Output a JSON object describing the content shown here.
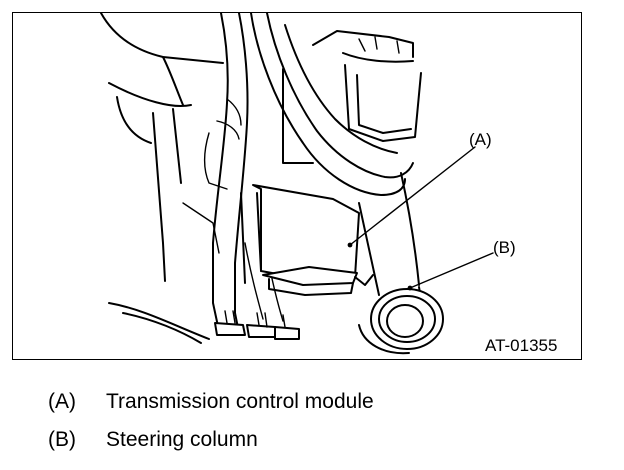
{
  "figure": {
    "reference_code": "AT-01355",
    "callouts": [
      {
        "key": "(A)",
        "component": "transmission-control-module"
      },
      {
        "key": "(B)",
        "component": "steering-column"
      }
    ]
  },
  "legend": [
    {
      "key": "(A)",
      "label": "Transmission control module"
    },
    {
      "key": "(B)",
      "label": "Steering column"
    }
  ]
}
